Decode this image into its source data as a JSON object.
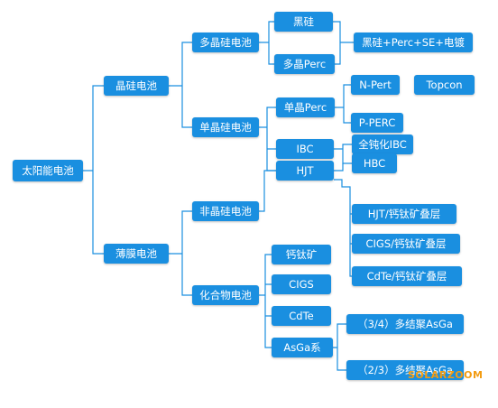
{
  "nodes": {
    "root": "太阳能电池",
    "crystalline": "晶硅电池",
    "thinfilm": "薄膜电池",
    "poly": "多晶硅电池",
    "mono": "单晶硅电池",
    "amorphous": "非晶硅电池",
    "compound": "化合物电池",
    "black_si": "黑硅",
    "poly_perc": "多晶Perc",
    "black_si_combo": "黑硅+Perc+SE+电镀",
    "mono_perc": "单晶Perc",
    "n_pert": "N-Pert",
    "topcon": "Topcon",
    "p_perc": "P-PERC",
    "ibc": "IBC",
    "hjt": "HJT",
    "full_passivation_ibc": "全钝化IBC",
    "hbc": "HBC",
    "hjt_perovskite": "HJT/钙钛矿叠层",
    "cigs_perovskite": "CIGS/钙钛矿叠层",
    "cdte_perovskite": "CdTe/钙钛矿叠层",
    "perovskite": "钙钛矿",
    "cigs": "CIGS",
    "cdte": "CdTe",
    "asga_series": "AsGa系",
    "asga_34": "（3/4）多结聚AsGa",
    "asga_23": "（2/3）多结聚AsGa"
  },
  "watermark": "SOLARZOOM",
  "colors": {
    "node": "#1a8fe0",
    "line": "#1a8fe0",
    "watermark": "#f39c12"
  }
}
